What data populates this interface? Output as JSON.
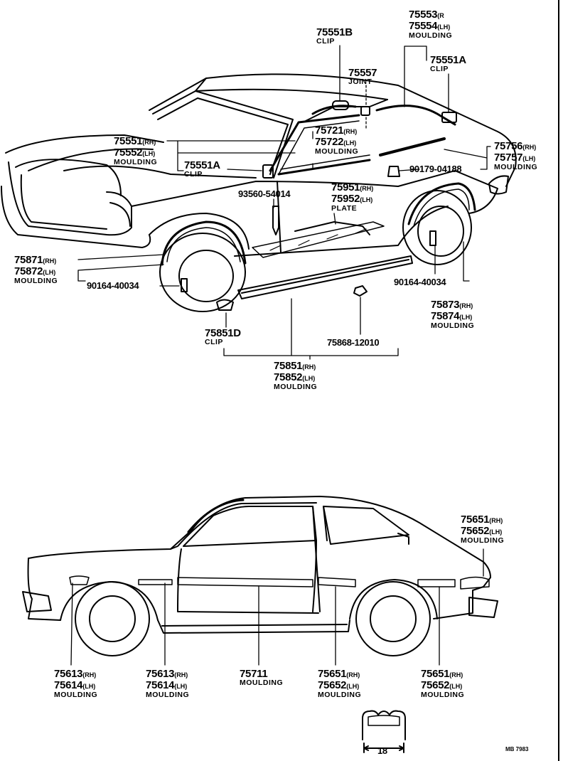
{
  "callouts": {
    "c75553": {
      "part_a": "75553",
      "side_a": "(R",
      "part_b": "75554",
      "side_b": "(LH)",
      "caption": "MOULDING"
    },
    "c75551B": {
      "part": "75551B",
      "caption": "CLIP"
    },
    "c75551A_top": {
      "part": "75551A",
      "caption": "CLIP"
    },
    "c75557": {
      "part": "75557",
      "caption": "JOINT"
    },
    "c75551": {
      "part_a": "75551",
      "side_a": "(RH)",
      "part_b": "75552",
      "side_b": "(LH)",
      "caption": "MOULDING"
    },
    "c75551A_left": {
      "part": "75551A",
      "caption": "CLIP"
    },
    "c75721": {
      "part_a": "75721",
      "side_a": "(RH)",
      "part_b": "75722",
      "side_b": "(LH)",
      "caption": "MOULDING"
    },
    "c75756": {
      "part_a": "75756",
      "side_a": "(RH)",
      "part_b": "75757",
      "side_b": "(LH)",
      "caption": "MOULDING"
    },
    "c90179": {
      "part": "90179-04188"
    },
    "c93560": {
      "part": "93560-54014"
    },
    "c75951": {
      "part_a": "75951",
      "side_a": "(RH)",
      "part_b": "75952",
      "side_b": "(LH)",
      "caption": "PLATE"
    },
    "c75871": {
      "part_a": "75871",
      "side_a": "(RH)",
      "part_b": "75872",
      "side_b": "(LH)",
      "caption": "MOULDING"
    },
    "c90164_left": {
      "part": "90164-40034"
    },
    "c90164_right": {
      "part": "90164-40034"
    },
    "c75873": {
      "part_a": "75873",
      "side_a": "(RH)",
      "part_b": "75874",
      "side_b": "(LH)",
      "caption": "MOULDING"
    },
    "c75851D": {
      "part": "75851D",
      "caption": "CLIP"
    },
    "c75868": {
      "part": "75868-12010"
    },
    "c75851": {
      "part_a": "75851",
      "side_a": "(RH)",
      "part_b": "75852",
      "side_b": "(LH)",
      "caption": "MOULDING"
    },
    "c75651_top": {
      "part_a": "75651",
      "side_a": "(RH)",
      "part_b": "75652",
      "side_b": "(LH)",
      "caption": "MOULDING"
    },
    "c75613_a": {
      "part_a": "75613",
      "side_a": "(RH)",
      "part_b": "75614",
      "side_b": "(LH)",
      "caption": "MOULDING"
    },
    "c75613_b": {
      "part_a": "75613",
      "side_a": "(RH)",
      "part_b": "75614",
      "side_b": "(LH)",
      "caption": "MOULDING"
    },
    "c75711": {
      "part": "75711",
      "caption": "MOULDING"
    },
    "c75651_a": {
      "part_a": "75651",
      "side_a": "(RH)",
      "part_b": "75652",
      "side_b": "(LH)",
      "caption": "MOULDING"
    },
    "c75651_b": {
      "part_a": "75651",
      "side_a": "(RH)",
      "part_b": "75652",
      "side_b": "(LH)",
      "caption": "MOULDING"
    }
  },
  "dimension": {
    "value": "18"
  },
  "figure_code": "MB 7983"
}
